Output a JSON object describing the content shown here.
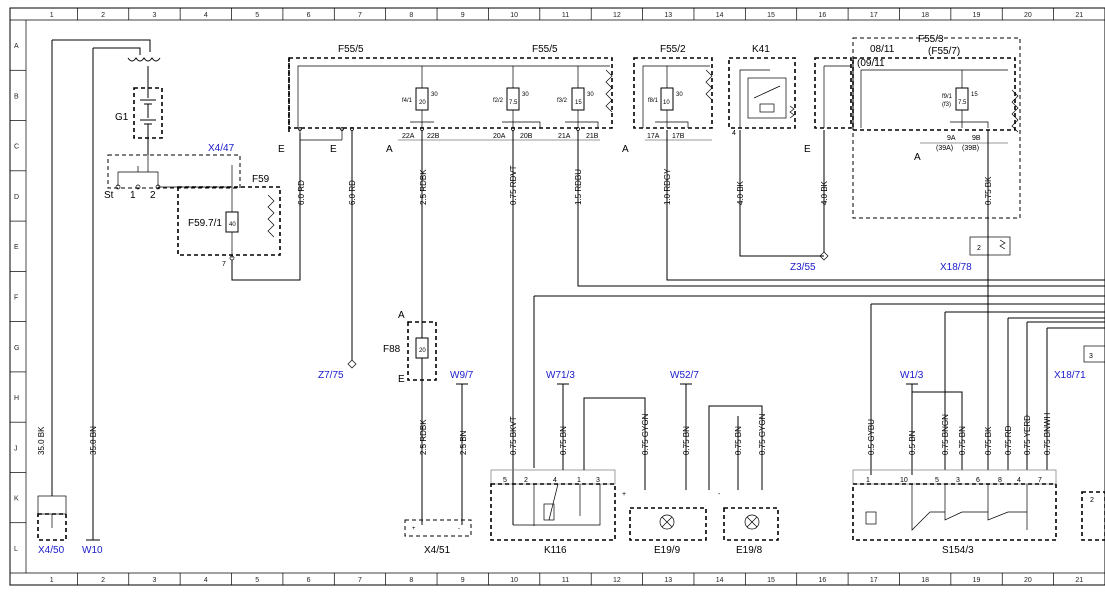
{
  "grid": {
    "columns": [
      "1",
      "2",
      "3",
      "4",
      "5",
      "6",
      "7",
      "8",
      "9",
      "10",
      "11",
      "12",
      "13",
      "14",
      "15",
      "16",
      "17",
      "18",
      "19",
      "20",
      "21"
    ],
    "rows": [
      "A",
      "B",
      "C",
      "D",
      "E",
      "F",
      "G",
      "H",
      "J",
      "K",
      "L"
    ]
  },
  "components": {
    "f55_5_left": "F55/5",
    "f55_5_right": "F55/5",
    "f55_2": "F55/2",
    "k41": "K41",
    "f55_3": "F55/3",
    "f55_3_date_a": "08/11",
    "f55_3_alt": "(F55/7)",
    "f55_3_date_b": "(09/11",
    "g1": "G1",
    "x4_47": "X4/47",
    "f59": "F59",
    "f59_7_1": "F59.7/1",
    "f88": "F88",
    "z7_75": "Z7/75",
    "w9_7": "W9/7",
    "w71_3": "W71/3",
    "w52_7": "W52/7",
    "w1_3": "W1/3",
    "x18_71": "X18/71",
    "z3_55": "Z3/55",
    "x18_78": "X18/78",
    "x4_50": "X4/50",
    "w10": "W10",
    "x4_51": "X4/51",
    "k116": "K116",
    "e19_9": "E19/9",
    "e19_8": "E19/8",
    "s154_3": "S154/3"
  },
  "fuses": {
    "f4_1": "f4/1",
    "f4_1_rating": "20",
    "f4_1_pin": "30",
    "f2_2": "f2/2",
    "f2_2_rating": "7.5",
    "f2_2_pin": "30",
    "f3_2": "f3/2",
    "f3_2_rating": "15",
    "f3_2_pin": "30",
    "f8_1": "f8/1",
    "f8_1_rating": "10",
    "f8_1_pin": "30",
    "f9_1": "f9/1",
    "f9_1_alt": "(f3)",
    "f9_1_rating": "7.5",
    "f9_1_pin": "15",
    "f59_rating": "40",
    "f88_rating": "20"
  },
  "terminals": {
    "p22a": "22A",
    "p22b": "22B",
    "p20a": "20A",
    "p20b": "20B",
    "p21a": "21A",
    "p21b": "21B",
    "p17a": "17A",
    "p17b": "17B",
    "p9a": "9A",
    "p9b": "9B",
    "p39a": "(39A)",
    "p39b": "(39B)",
    "e": "E",
    "a": "A",
    "st": "St",
    "one": "1",
    "two": "2",
    "seven": "7",
    "four": "4",
    "k116_pins": [
      "5",
      "2",
      "4",
      "1",
      "3"
    ],
    "s154_pins": [
      "1",
      "10",
      "5",
      "3",
      "6",
      "8",
      "4",
      "7"
    ]
  },
  "wires": {
    "w35bk": "35.0 BK",
    "w35bn": "35.0 BN",
    "w6rd_a": "6.0 RD",
    "w6rd_b": "6.0 RD",
    "w25rdbk_top": "2.5 RDBK",
    "w075rdvt": "0.75 RDVT",
    "w15rdbu": "1.5 RDBU",
    "w10rdgy": "1.0 RDGY",
    "w4bk_a": "4.0 BK",
    "w4bk_b": "4.0 BK",
    "w075bk_top": "0.75 BK",
    "w25rdbk_bot": "2.5 RDBK",
    "w25bn": "2.5 BN",
    "w075bkvt": "0.75 BKVT",
    "w075bn_a": "0.75 BN",
    "w075gygn_a": "0.75 GYGN",
    "w075bn_b": "0.75 BN",
    "w075bn_c": "0.75 BN",
    "w075gygn_b": "0.75 GYGN",
    "w05gybu": "0.5 GYBU",
    "w05bn": "0.5 BN",
    "w075bngn": "0.75 BNGN",
    "w075bn_d": "0.75 BN",
    "w075bk_bot": "0.75 BK",
    "w075rd": "0.75 RD",
    "w075yerd": "0.75 YERD",
    "w075bnwh": "0.75 BNWH"
  }
}
